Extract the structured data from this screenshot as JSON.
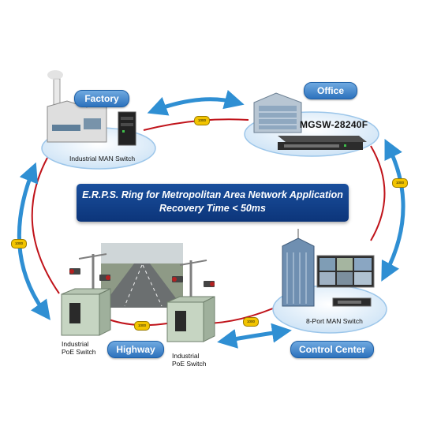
{
  "title": {
    "line1": "E.R.P.S. Ring for Metropolitan Area Network Application",
    "line2": "Recovery Time < 50ms"
  },
  "sites": {
    "factory": {
      "badge": "Factory",
      "device_label": "Industrial MAN Switch"
    },
    "office": {
      "badge": "Office",
      "device_model": "MGSW-28240F"
    },
    "control_center": {
      "badge": "Control Center",
      "device_label": "8-Port MAN Switch"
    },
    "highway": {
      "badge": "Highway",
      "devices": [
        {
          "label_line1": "Industrial",
          "label_line2": "PoE Switch"
        },
        {
          "label_line1": "Industrial",
          "label_line2": "PoE Switch"
        }
      ]
    }
  },
  "ring_link_badge": "1000",
  "colors": {
    "ring": "#c0131a",
    "arrow": "#2f8fd3",
    "platform": "#d7e9f8",
    "badge": "#2d72bd",
    "title_bg": "#0f3f88"
  },
  "icons": [
    "factory-icon",
    "office-building-icon",
    "switch-icon",
    "camera-icon",
    "cabinet-icon",
    "monitor-wall-icon"
  ]
}
